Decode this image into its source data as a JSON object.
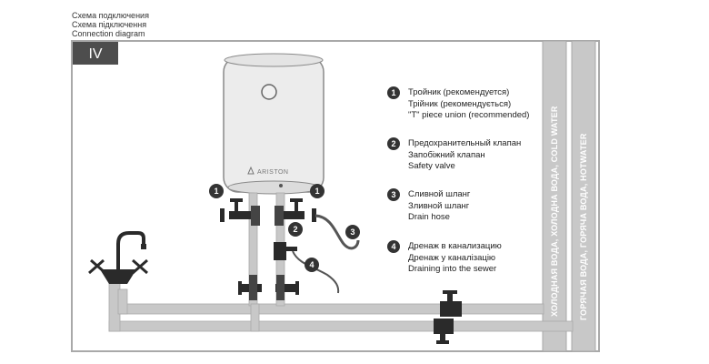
{
  "header": {
    "line_ru": "Схема подключения",
    "line_ua": "Схема підключення",
    "line_en": "Connection diagram"
  },
  "section_label": "IV",
  "heater": {
    "brand": "ARISTON"
  },
  "legend": [
    {
      "number": "1",
      "lines": [
        "Тройник (рекомендуется)",
        "Трійник (рекомендується)",
        "\"T\" piece union (recommended)"
      ]
    },
    {
      "number": "2",
      "lines": [
        "Предохранительный клапан",
        "Запобіжний клапан",
        "Safety valve"
      ]
    },
    {
      "number": "3",
      "lines": [
        "Сливной шланг",
        "Зливной шланг",
        "Drain hose"
      ]
    },
    {
      "number": "4",
      "lines": [
        "Дренаж в канализацию",
        "Дренаж у каналізацію",
        "Draining into the sewer"
      ]
    }
  ],
  "callouts": {
    "tee_left": "1",
    "tee_right": "1",
    "valve": "2",
    "drain_hose": "3",
    "sewer": "4"
  },
  "pipes": {
    "cold_label": "ХОЛОДНАЯ ВОДА, ХОЛОДНА ВОДА,  COLD WATER",
    "hot_label": "ГОРЯЧАЯ ВОДА, ГОРЯЧА ВОДА, HOTWATER"
  },
  "colors": {
    "pipe": "#c8c8c8",
    "pipe_dark": "#a9a9a9",
    "badge": "#333333",
    "valve": "#2a2a2a",
    "tank": "#ececec"
  }
}
